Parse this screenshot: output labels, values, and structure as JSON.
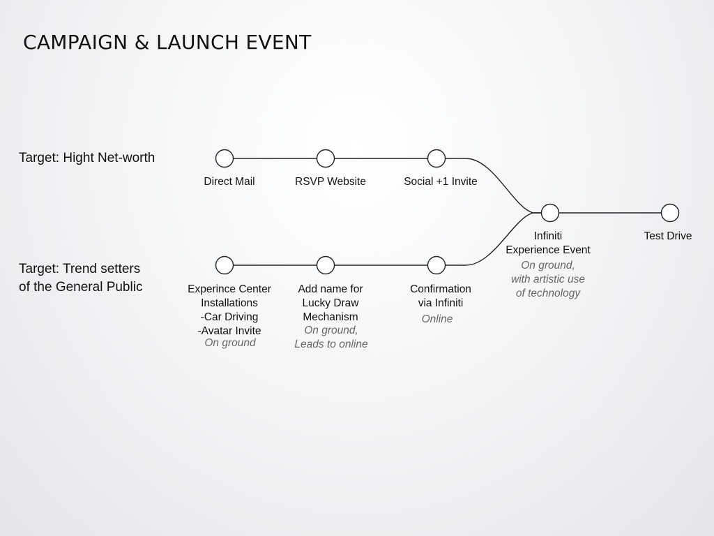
{
  "slide": {
    "title": "CAMPAIGN & LAUNCH EVENT"
  },
  "targets": [
    {
      "lines": [
        "Target: Hight Net-worth"
      ]
    },
    {
      "lines": [
        "Target: Trend setters",
        "of the General Public"
      ]
    }
  ],
  "nodes": [
    {
      "id": "direct-mail",
      "label": [
        "Direct Mail"
      ],
      "note": []
    },
    {
      "id": "rsvp-website",
      "label": [
        "RSVP Website"
      ],
      "note": []
    },
    {
      "id": "social-invite",
      "label": [
        "Social +1 Invite"
      ],
      "note": []
    },
    {
      "id": "experience-center",
      "label": [
        "Experince Center",
        "Installations",
        "-Car Driving",
        "-Avatar Invite"
      ],
      "note": [
        "On ground"
      ]
    },
    {
      "id": "lucky-draw",
      "label": [
        "Add name for",
        "Lucky Draw",
        "Mechanism"
      ],
      "note": [
        "On ground,",
        "Leads to online"
      ]
    },
    {
      "id": "confirmation",
      "label": [
        "Confirmation",
        "via Infiniti"
      ],
      "note": [
        "Online"
      ]
    },
    {
      "id": "experience-event",
      "label": [
        "Infiniti",
        "Experience Event"
      ],
      "note": [
        "On ground,",
        "with artistic use",
        "of technology"
      ]
    },
    {
      "id": "test-drive",
      "label": [
        "Test Drive"
      ],
      "note": []
    }
  ],
  "edges": [
    [
      "direct-mail",
      "rsvp-website"
    ],
    [
      "rsvp-website",
      "social-invite"
    ],
    [
      "social-invite",
      "experience-event"
    ],
    [
      "experience-center",
      "lucky-draw"
    ],
    [
      "lucky-draw",
      "confirmation"
    ],
    [
      "confirmation",
      "experience-event"
    ],
    [
      "experience-event",
      "test-drive"
    ]
  ]
}
